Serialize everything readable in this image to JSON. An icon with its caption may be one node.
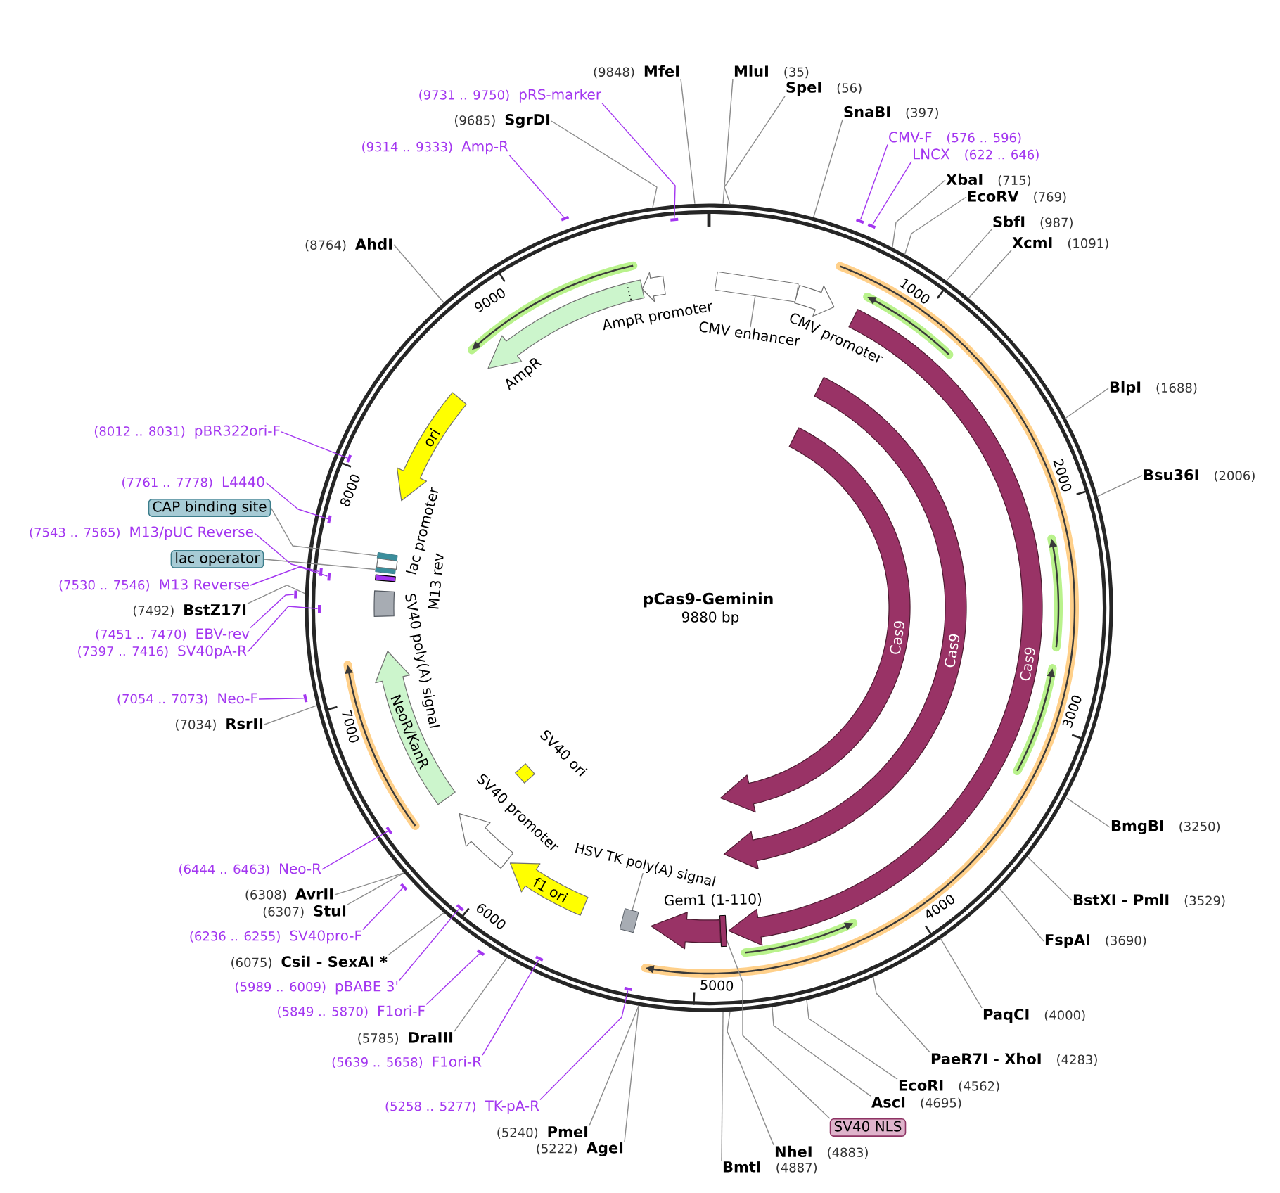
{
  "diagram": {
    "title": "pCas9-Geminin",
    "nodes": [
      {
        "text": [],
        "shape": "circle"
      },
      {
        "text": [
          "(9848)",
          "MfeI"
        ]
      },
      {
        "text": [
          "MluI",
          "(35)"
        ]
      },
      {
        "text": [
          "SpeI",
          "(56)"
        ]
      },
      {
        "text": [
          "SnaBI",
          "(397)"
        ]
      },
      {
        "text": [
          "CMV-F",
          "(576 .. 596)"
        ]
      },
      {
        "text": [],
        "shape": "bar"
      },
      {
        "text": [
          "LNCX",
          "(622 .. 646)"
        ]
      },
      {
        "text": [],
        "shape": "bar"
      },
      {
        "text": [
          "XbaI",
          "(715)"
        ]
      },
      {
        "text": [
          "EcoRV",
          "(769)"
        ]
      },
      {
        "text": [
          "SbfI",
          "(987)"
        ]
      },
      {
        "text": [
          "XcmI",
          "(1091)"
        ]
      },
      {
        "text": [
          "BlpI",
          "(1688)"
        ]
      },
      {
        "text": [
          "Bsu36I",
          "(2006)"
        ]
      },
      {
        "text": [
          "BmgBI",
          "(3250)"
        ]
      },
      {
        "text": [
          "BstXI - PmlI",
          "(3529)"
        ]
      },
      {
        "text": [
          "FspAI",
          "(3690)"
        ]
      },
      {
        "text": [
          "PaqCI",
          "(4000)"
        ]
      },
      {
        "text": [
          "PaeR7I - XhoI",
          "(4283)"
        ]
      },
      {
        "text": [
          "EcoRI",
          "(4562)"
        ]
      },
      {
        "text": [
          "AscI",
          "(4695)"
        ]
      },
      {
        "text": [
          "SV40 NLS"
        ]
      },
      {
        "text": [
          "NheI",
          "(4883)"
        ]
      },
      {
        "text": [
          "BmtI",
          "(4887)"
        ]
      },
      {
        "text": [
          "(5222)",
          "AgeI"
        ]
      },
      {
        "text": [
          "(5240)",
          "PmeI"
        ]
      },
      {
        "text": [
          "(5258 .. 5277)",
          "TK-pA-R"
        ]
      },
      {
        "text": [],
        "shape": "bar",
        "in": 0
      },
      {
        "text": [
          "(5639 .. 5658)",
          "F1ori-R"
        ]
      },
      {
        "text": [],
        "shape": "bar",
        "in": 0
      },
      {
        "text": [
          "(5785)",
          "DraIII"
        ]
      },
      {
        "text": [
          "(5849 .. 5870)",
          "F1ori-F"
        ]
      },
      {
        "text": [],
        "shape": "bar"
      },
      {
        "text": [
          "(5989 .. 6009)",
          "pBABE 3'"
        ]
      },
      {
        "text": [],
        "shape": "bar",
        "in": 0
      },
      {
        "text": [
          "(6075)",
          "CsiI - SexAI *"
        ]
      },
      {
        "text": [
          "(6236 .. 6255)",
          "SV40pro-F"
        ]
      },
      {
        "text": [],
        "shape": "bar"
      },
      {
        "text": [
          "(6307)",
          "StuI"
        ]
      },
      {
        "text": [
          "(6308)",
          "AvrII"
        ]
      },
      {
        "text": [
          "(6444 .. 6463)",
          "Neo-R"
        ]
      },
      {
        "text": [],
        "shape": "bar",
        "in": 0
      },
      {
        "text": [
          "(7034)",
          "RsrII"
        ]
      },
      {
        "text": [
          "(7054 .. 7073)",
          "Neo-F"
        ]
      },
      {
        "text": [],
        "shape": "bar"
      },
      {
        "text": [
          "(7397 .. 7416)",
          "SV40pA-R"
        ]
      },
      {
        "text": [],
        "shape": "bar",
        "in": 0
      },
      {
        "text": [
          "(7451 .. 7470)",
          "EBV-rev"
        ]
      },
      {
        "text": [],
        "shape": "bar"
      },
      {
        "text": [
          "(7492)",
          "BstZ17I"
        ]
      },
      {
        "text": [
          "(7530 .. 7546)",
          "M13 Reverse"
        ]
      },
      {
        "text": [],
        "shape": "bar",
        "in": 0
      },
      {
        "text": [
          "lac operator"
        ]
      },
      {
        "text": [
          "(7543 .. 7565)",
          "M13/pUC Reverse"
        ]
      },
      {
        "text": [],
        "shape": "bar",
        "in": 0
      },
      {
        "text": [
          "CAP binding site"
        ]
      },
      {
        "text": [
          "(7761 .. 7778)",
          "L4440"
        ]
      },
      {
        "text": [],
        "shape": "bar",
        "in": 0
      },
      {
        "text": [
          "(8012 .. 8031)",
          "pBR322ori-F"
        ]
      },
      {
        "text": [],
        "shape": "bar",
        "in": 0
      },
      {
        "text": [
          "(8764)",
          "AhdI"
        ]
      },
      {
        "text": [
          "(9314 .. 9333)",
          "Amp-R"
        ]
      },
      {
        "text": [],
        "shape": "bar"
      },
      {
        "text": [
          "(9685)",
          "SgrDI"
        ]
      },
      {
        "text": [
          "(9731 .. 9750)",
          "pRS-marker"
        ]
      },
      {
        "text": [],
        "shape": "bar",
        "in": 0
      },
      {
        "text": [
          "CMV enhancer"
        ],
        "in": 0
      },
      {
        "text": [],
        "shape": "box",
        "in": 0
      },
      {
        "text": [
          "CMV promoter"
        ],
        "in": 0
      },
      {
        "text": [
          "Cas9"
        ],
        "in": 0
      },
      {
        "text": [
          "Cas9"
        ],
        "in": 0
      },
      {
        "text": [
          "Cas9"
        ],
        "in": 0
      },
      {
        "text": [],
        "shape": "box",
        "in": 0
      },
      {
        "text": [
          "Gem1 (1-110)"
        ],
        "in": 0
      },
      {
        "text": [
          "HSV TK poly(A) signal"
        ],
        "in": 0
      },
      {
        "text": [],
        "shape": "box",
        "in": 0
      },
      {
        "text": [
          "f1 ori"
        ],
        "in": 0
      },
      {
        "text": [
          "SV40 promoter"
        ],
        "in": 0
      },
      {
        "text": [
          "SV40 ori"
        ],
        "in": 0
      },
      {
        "text": [
          "NeoR/KanR"
        ],
        "in": 0
      },
      {
        "text": [
          "SV40 poly(A) signal"
        ],
        "in": 0
      },
      {
        "text": [
          "M13 rev"
        ],
        "in": 0
      },
      {
        "text": [],
        "shape": "box",
        "in": 0
      },
      {
        "text": [
          "lac promoter"
        ],
        "in": 0
      },
      {
        "text": [],
        "shape": "box",
        "in": 0
      },
      {
        "text": [
          "ori"
        ],
        "in": 0
      },
      {
        "text": [
          "AmpR"
        ],
        "in": 0
      },
      {
        "text": [
          "AmpR promoter"
        ],
        "in": 0
      }
    ],
    "edges": [
      {
        "from": 1,
        "to": 0,
        "arrow": "none"
      },
      {
        "from": 2,
        "to": 0,
        "arrow": "none"
      },
      {
        "from": 3,
        "to": 0,
        "arrow": "none"
      },
      {
        "from": 4,
        "to": 0,
        "arrow": "none"
      },
      {
        "from": 5,
        "to": 6,
        "arrow": "none",
        "color": "#a336f0"
      },
      {
        "from": 7,
        "to": 8,
        "arrow": "none",
        "color": "#a336f0"
      },
      {
        "from": 9,
        "to": 0,
        "arrow": "none"
      },
      {
        "from": 10,
        "to": 0,
        "arrow": "none"
      },
      {
        "from": 11,
        "to": 0,
        "arrow": "none"
      },
      {
        "from": 12,
        "to": 0,
        "arrow": "none"
      },
      {
        "from": 13,
        "to": 0,
        "arrow": "none"
      },
      {
        "from": 14,
        "to": 0,
        "arrow": "none"
      },
      {
        "from": 15,
        "to": 0,
        "arrow": "none"
      },
      {
        "from": 16,
        "to": 0,
        "arrow": "none"
      },
      {
        "from": 17,
        "to": 0,
        "arrow": "none"
      },
      {
        "from": 18,
        "to": 0,
        "arrow": "none"
      },
      {
        "from": 19,
        "to": 0,
        "arrow": "none"
      },
      {
        "from": 20,
        "to": 0,
        "arrow": "none"
      },
      {
        "from": 21,
        "to": 0,
        "arrow": "none"
      },
      {
        "from": 22,
        "to": 73,
        "arrow": "none"
      },
      {
        "from": 23,
        "to": 0,
        "arrow": "none"
      },
      {
        "from": 24,
        "to": 0,
        "arrow": "none"
      },
      {
        "from": 25,
        "to": 0,
        "arrow": "none"
      },
      {
        "from": 26,
        "to": 0,
        "arrow": "none"
      },
      {
        "from": 27,
        "to": 28,
        "arrow": "none",
        "color": "#a336f0"
      },
      {
        "from": 29,
        "to": 30,
        "arrow": "none",
        "color": "#a336f0"
      },
      {
        "from": 31,
        "to": 0,
        "arrow": "none"
      },
      {
        "from": 32,
        "to": 33,
        "arrow": "none",
        "color": "#a336f0"
      },
      {
        "from": 34,
        "to": 35,
        "arrow": "none",
        "color": "#a336f0"
      },
      {
        "from": 36,
        "to": 0,
        "arrow": "none"
      },
      {
        "from": 37,
        "to": 38,
        "arrow": "none",
        "color": "#a336f0"
      },
      {
        "from": 39,
        "to": 0,
        "arrow": "none"
      },
      {
        "from": 40,
        "to": 0,
        "arrow": "none"
      },
      {
        "from": 41,
        "to": 42,
        "arrow": "none",
        "color": "#a336f0"
      },
      {
        "from": 43,
        "to": 0,
        "arrow": "none"
      },
      {
        "from": 44,
        "to": 45,
        "arrow": "none",
        "color": "#a336f0"
      },
      {
        "from": 46,
        "to": 47,
        "arrow": "none",
        "color": "#a336f0"
      },
      {
        "from": 48,
        "to": 49,
        "arrow": "none",
        "color": "#a336f0"
      },
      {
        "from": 50,
        "to": 0,
        "arrow": "none"
      },
      {
        "from": 51,
        "to": 52,
        "arrow": "none",
        "color": "#a336f0"
      },
      {
        "from": 53,
        "to": 83,
        "arrow": "none"
      },
      {
        "from": 54,
        "to": 55,
        "arrow": "none",
        "color": "#a336f0"
      },
      {
        "from": 56,
        "to": 85,
        "arrow": "none"
      },
      {
        "from": 57,
        "to": 58,
        "arrow": "none",
        "color": "#a336f0"
      },
      {
        "from": 59,
        "to": 60,
        "arrow": "none",
        "color": "#a336f0"
      },
      {
        "from": 61,
        "to": 0,
        "arrow": "none"
      },
      {
        "from": 62,
        "to": 63,
        "arrow": "none",
        "color": "#a336f0"
      },
      {
        "from": 64,
        "to": 0,
        "arrow": "none"
      },
      {
        "from": 65,
        "to": 66,
        "arrow": "none",
        "color": "#a336f0"
      },
      {
        "from": 67,
        "to": 68,
        "arrow": "none"
      },
      {
        "from": 75,
        "to": 76,
        "arrow": "none"
      }
    ],
    "labels": [
      "9880 bp",
      "1000",
      "2000",
      "3000",
      "4000",
      "5000",
      "6000",
      "7000",
      "8000",
      "9000"
    ]
  }
}
